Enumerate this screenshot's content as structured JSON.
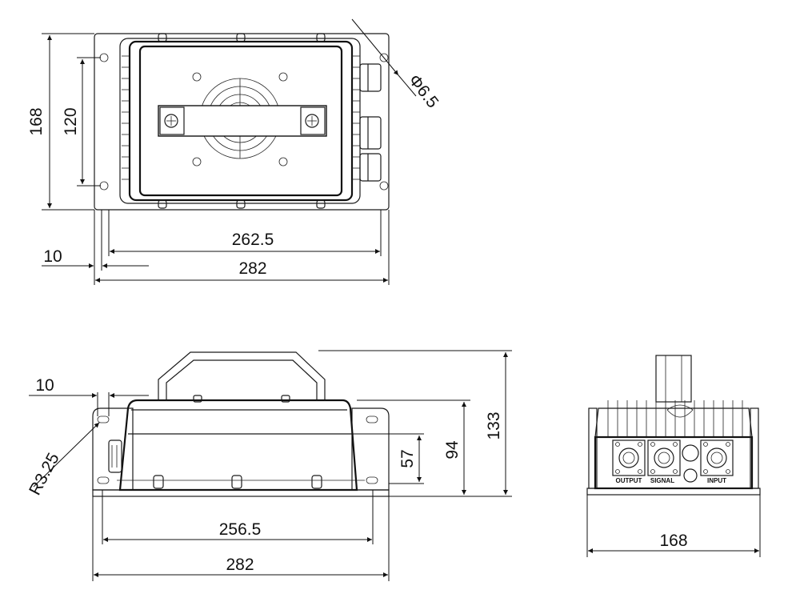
{
  "top_view": {
    "dim_height": "168",
    "dim_hole_span": "120",
    "dim_hole_dia": "Φ6.5",
    "dim_inner_width": "262.5",
    "dim_edge": "10",
    "dim_total_width": "282"
  },
  "side_view": {
    "dim_edge": "10",
    "dim_radius": "R3.25",
    "dim_57": "57",
    "dim_94": "94",
    "dim_133": "133",
    "dim_inner_width": "256.5",
    "dim_total_width": "282"
  },
  "end_view": {
    "dim_width": "168",
    "label_output": "OUTPUT",
    "label_signal": "SIGNAL",
    "label_input": "INPUT"
  }
}
